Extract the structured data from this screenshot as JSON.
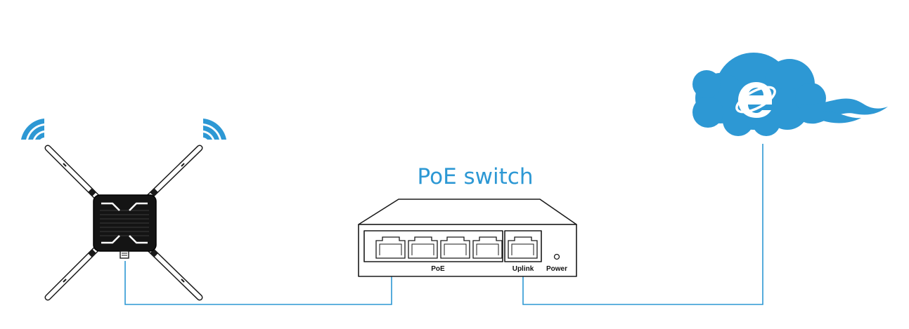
{
  "switch": {
    "title": "PoE switch",
    "poe_label": "PoE",
    "uplink_label": "Uplink",
    "power_label": "Power"
  },
  "colors": {
    "accent": "#2d98d4",
    "outline": "#1a1a1a",
    "device_body": "#141414"
  },
  "icons": {
    "wifi_left": "wifi-icon",
    "wifi_right": "wifi-icon",
    "cloud": "cloud-icon",
    "browser": "internet-explorer-icon"
  }
}
